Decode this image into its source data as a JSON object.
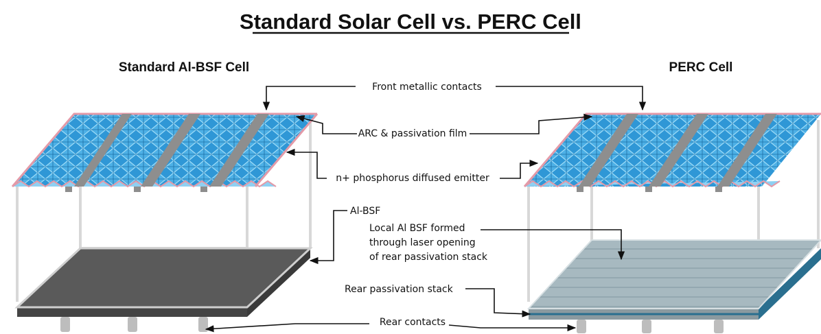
{
  "title": "Standard Solar Cell vs. PERC Cell",
  "left_cell": {
    "heading": "Standard Al-BSF Cell"
  },
  "right_cell": {
    "heading": "PERC Cell"
  },
  "labels": {
    "front_contacts": "Front metallic contacts",
    "arc": "ARC & passivation film",
    "emitter": "n+ phosphorus diffused emitter",
    "al_bsf": "Al-BSF",
    "local_bsf_line1": "Local Al BSF formed",
    "local_bsf_line2": "through laser opening",
    "local_bsf_line3": "of rear passivation stack",
    "rear_passivation": "Rear passivation stack",
    "rear_contacts": "Rear contacts"
  },
  "colors": {
    "texture_blue": "#2f97d6",
    "texture_light": "#8fd0f2",
    "finger_gray": "#8e8e8e",
    "emitter_pink": "#e39aa8",
    "al_bsf_dark": "#555555",
    "perc_rear_gray": "#9fb3bb",
    "passivation_blue": "#2a6f8f"
  }
}
